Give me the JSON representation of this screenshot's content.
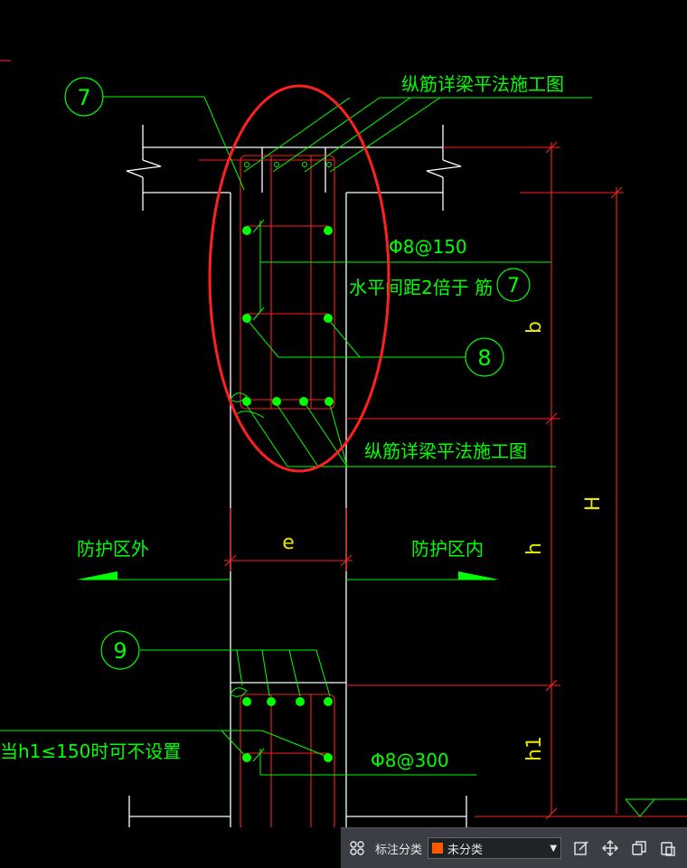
{
  "drawing": {
    "labels": {
      "ref7": "7",
      "ref8": "8",
      "ref9": "9",
      "ref7b": "7",
      "longitudinal_top": "纵筋详梁平法施工图",
      "longitudinal_bottom": "纵筋详梁平法施工图",
      "stirrup_upper": "Φ8@150",
      "stirrup_lower": "Φ8@300",
      "horizontal_spacing_note": "水平间距2倍于    筋",
      "h1_note": "当h1≤150时可不设置",
      "outside": "防护区外",
      "inside": "防护区内",
      "dim_e": "e",
      "dim_b": "b",
      "dim_h": "h",
      "dim_H": "H",
      "dim_h1": "h1"
    },
    "colors": {
      "background": "#000000",
      "structure": "#ffffff",
      "annotation": "#00ff00",
      "dimension": "#ff0000",
      "dimension_text": "#e6e600",
      "highlight": "#ff2020"
    }
  },
  "toolbar": {
    "annotation_category_label": "标注分类",
    "category_selected": "未分类",
    "category_color": "#ff5a00",
    "icons": [
      "grid-icon",
      "edit-icon",
      "move-icon",
      "copy-icon",
      "paste-icon"
    ]
  }
}
